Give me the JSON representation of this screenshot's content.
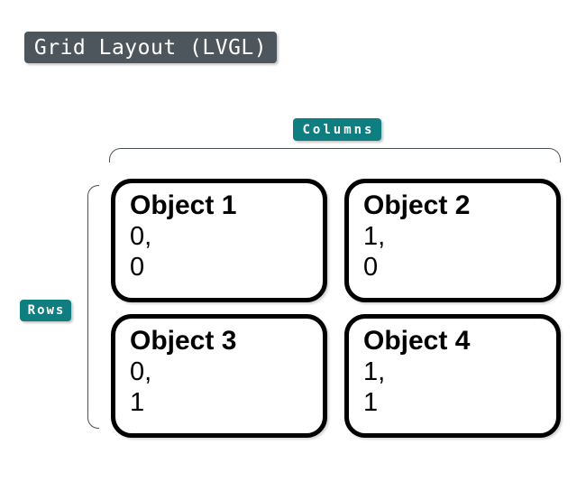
{
  "title": {
    "label": "Grid Layout (LVGL)"
  },
  "labels": {
    "columns": "Columns",
    "rows": "Rows"
  },
  "colors": {
    "title_badge_bg": "#4d565c",
    "label_badge_bg": "#0e7e80",
    "badge_text": "#ffffff",
    "cell_border": "#000000",
    "cell_text": "#000000",
    "bracket_line": "#4a5257",
    "background": "#ffffff"
  },
  "grid": {
    "cells": [
      {
        "name": "Object 1",
        "col_text": "0,",
        "row_text": "0"
      },
      {
        "name": "Object 2",
        "col_text": "1,",
        "row_text": "0"
      },
      {
        "name": "Object 3",
        "col_text": "0,",
        "row_text": "1"
      },
      {
        "name": "Object 4",
        "col_text": "1,",
        "row_text": "1"
      }
    ]
  }
}
